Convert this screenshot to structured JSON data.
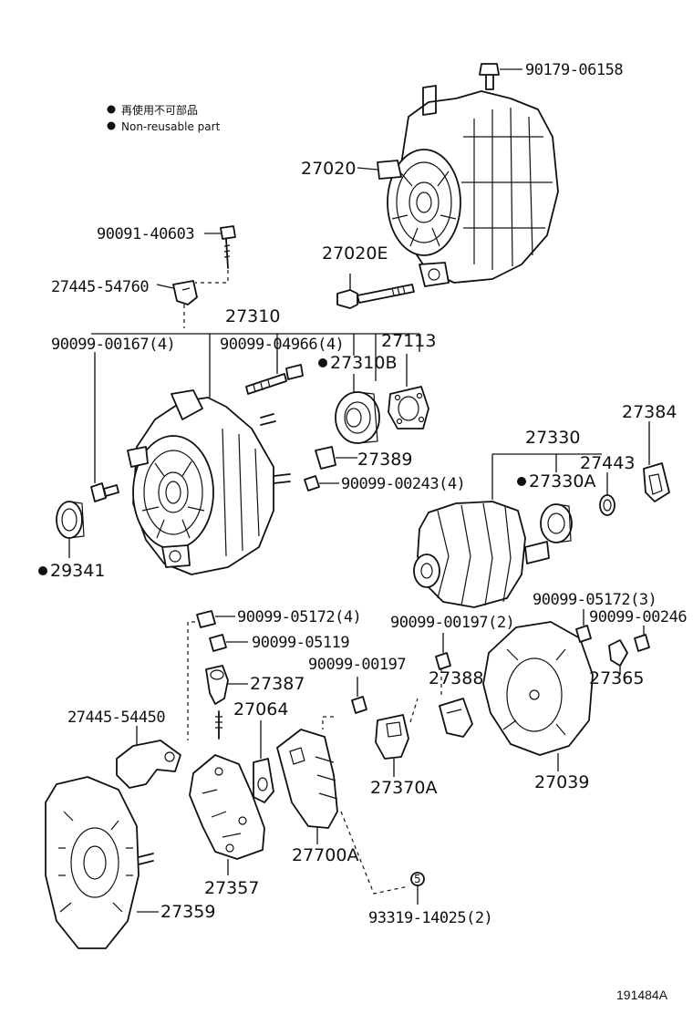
{
  "legend": {
    "ja_text": "再使用不可部品",
    "en_text": "Non-reusable part"
  },
  "figure_id": "191484A",
  "parts": {
    "p90179_06158": "90179-06158",
    "p27020": "27020",
    "p27020E": "27020E",
    "p90091_40603": "90091-40603",
    "p27445_54760": "27445-54760",
    "p27310": "27310",
    "p90099_00167": "90099-00167(4)",
    "p90099_04966": "90099-04966(4)",
    "p27113": "27113",
    "p27310B": "27310B",
    "p27384": "27384",
    "p27330": "27330",
    "p27443": "27443",
    "p27330A": "27330A",
    "p27389": "27389",
    "p90099_00243": "90099-00243(4)",
    "p29341": "29341",
    "p90099_05172_4": "90099-05172(4)",
    "p90099_05119": "90099-05119",
    "p90099_00197_2": "90099-00197(2)",
    "p90099_05172_3": "90099-05172(3)",
    "p90099_00246": "90099-00246",
    "p90099_00197": "90099-00197",
    "p27387": "27387",
    "p27388": "27388",
    "p27365": "27365",
    "p27064": "27064",
    "p27445_54450": "27445-54450",
    "p27370A": "27370A",
    "p27039": "27039",
    "p27700A": "27700A",
    "p27357": "27357",
    "p27359": "27359",
    "p93319_14025": "93319-14025(2)",
    "p93319_marker": "5"
  }
}
